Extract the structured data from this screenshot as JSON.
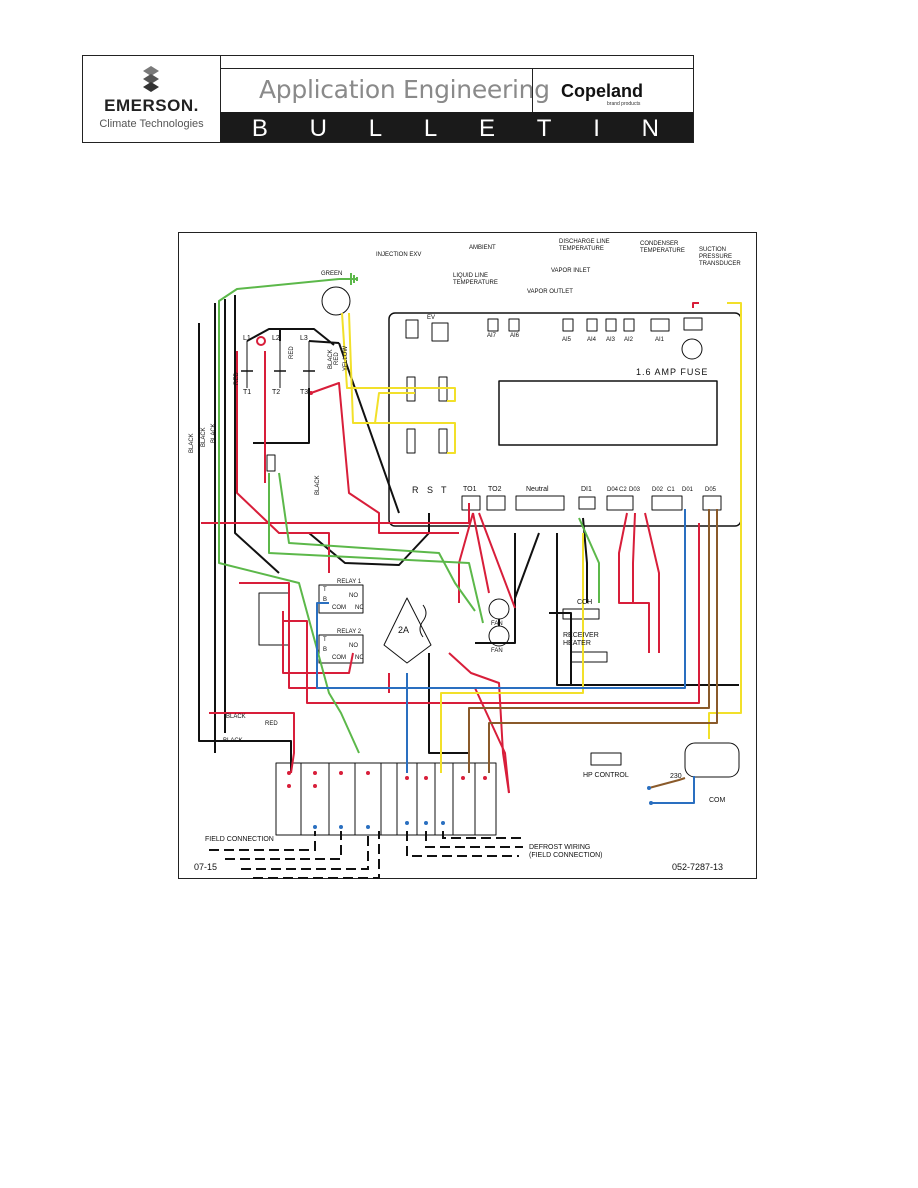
{
  "header": {
    "brand": "EMERSON.",
    "brand_sub": "Climate Technologies",
    "title": "Application Engineering",
    "partner": "Copeland",
    "partner_sub": "brand products",
    "bulletin_letters": [
      "B",
      "U",
      "L",
      "L",
      "E",
      "T",
      "I",
      "N"
    ]
  },
  "diagram": {
    "sensors": {
      "injection_exv": "INJECTION EXV",
      "ambient": "AMBIENT",
      "liquid_line": "LIQUID LINE\nTEMPERATURE",
      "discharge_line": "DISCHARGE LINE\nTEMPERATURE",
      "vapor_inlet": "VAPOR INLET",
      "vapor_outlet": "VAPOR OUTLET",
      "condenser": "CONDENSER\nTEMPERATURE",
      "suction": "SUCTION\nPRESSURE\nTRANSDUCER"
    },
    "inputs": [
      "AI7",
      "AI6",
      "AI5",
      "AI4",
      "AI3",
      "AI2",
      "AI1"
    ],
    "ev_label": "EV",
    "fuse": "1.6 AMP FUSE",
    "outputs": {
      "r": "R",
      "s": "S",
      "t": "T",
      "to1": "TO1",
      "to2": "TO2",
      "neutral": "Neutral",
      "di1": "DI1",
      "d04": "D04",
      "c2": "C2",
      "d03": "D03",
      "d02": "D02",
      "c1": "C1",
      "d01": "D01",
      "d05": "D05"
    },
    "wire_colors": {
      "green": "GREEN",
      "red": "RED",
      "black": "BLACK",
      "yellow": "YELLOW"
    },
    "contactor": {
      "l1": "L1",
      "l2": "L2",
      "l3": "L3",
      "t1": "T1",
      "t2": "T2",
      "t3": "T3"
    },
    "relay1": "RELAY 1",
    "relay2": "RELAY 2",
    "relay_terms": {
      "t": "T",
      "b": "B",
      "no": "NO",
      "nc": "NC",
      "com": "COM"
    },
    "transformer": "2A",
    "fan": "FAN",
    "cch": "CCH",
    "receiver_heater": "RECEIVER\nHEATER",
    "hp_control": "HP CONTROL",
    "v230": "230",
    "com": "COM",
    "field_connection": "FIELD CONNECTION",
    "defrost_wiring": "DEFROST WIRING\n(FIELD CONNECTION)",
    "date_code": "07-15",
    "part_number": "052-7287-13",
    "colors": {
      "red": "#d81e3a",
      "black": "#111111",
      "green": "#5cb84a",
      "yellow": "#f2e02a",
      "blue": "#2a6fc0",
      "brown": "#8a5a2a",
      "orange": "#f0b838"
    }
  }
}
